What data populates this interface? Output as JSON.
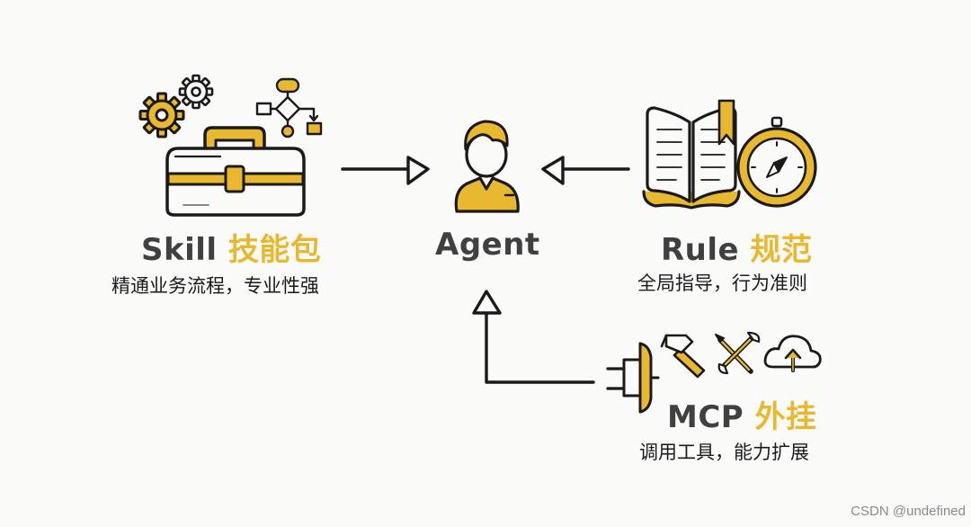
{
  "colors": {
    "accent": "#e8b830",
    "ink": "#1a1a1a",
    "title_gray": "#404040",
    "background": "#fbfbf9"
  },
  "center": {
    "label": "Agent",
    "icon": "person-icon"
  },
  "skill": {
    "title_en": "Skill",
    "title_cn": "技能包",
    "subtitle": "精通业务流程，专业性强",
    "icons": [
      "gear-icon",
      "flowchart-icon",
      "toolbox-icon"
    ]
  },
  "rule": {
    "title_en": "Rule",
    "title_cn": "规范",
    "subtitle": "全局指导，行为准则",
    "icons": [
      "open-book-icon",
      "compass-icon"
    ]
  },
  "mcp": {
    "title_en": "MCP",
    "title_cn": "外挂",
    "subtitle": "调用工具，能力扩展",
    "icons": [
      "plug-icon",
      "hammer-icon",
      "wrench-screwdriver-icon",
      "cloud-upload-icon"
    ]
  },
  "watermark": "CSDN @undefined"
}
